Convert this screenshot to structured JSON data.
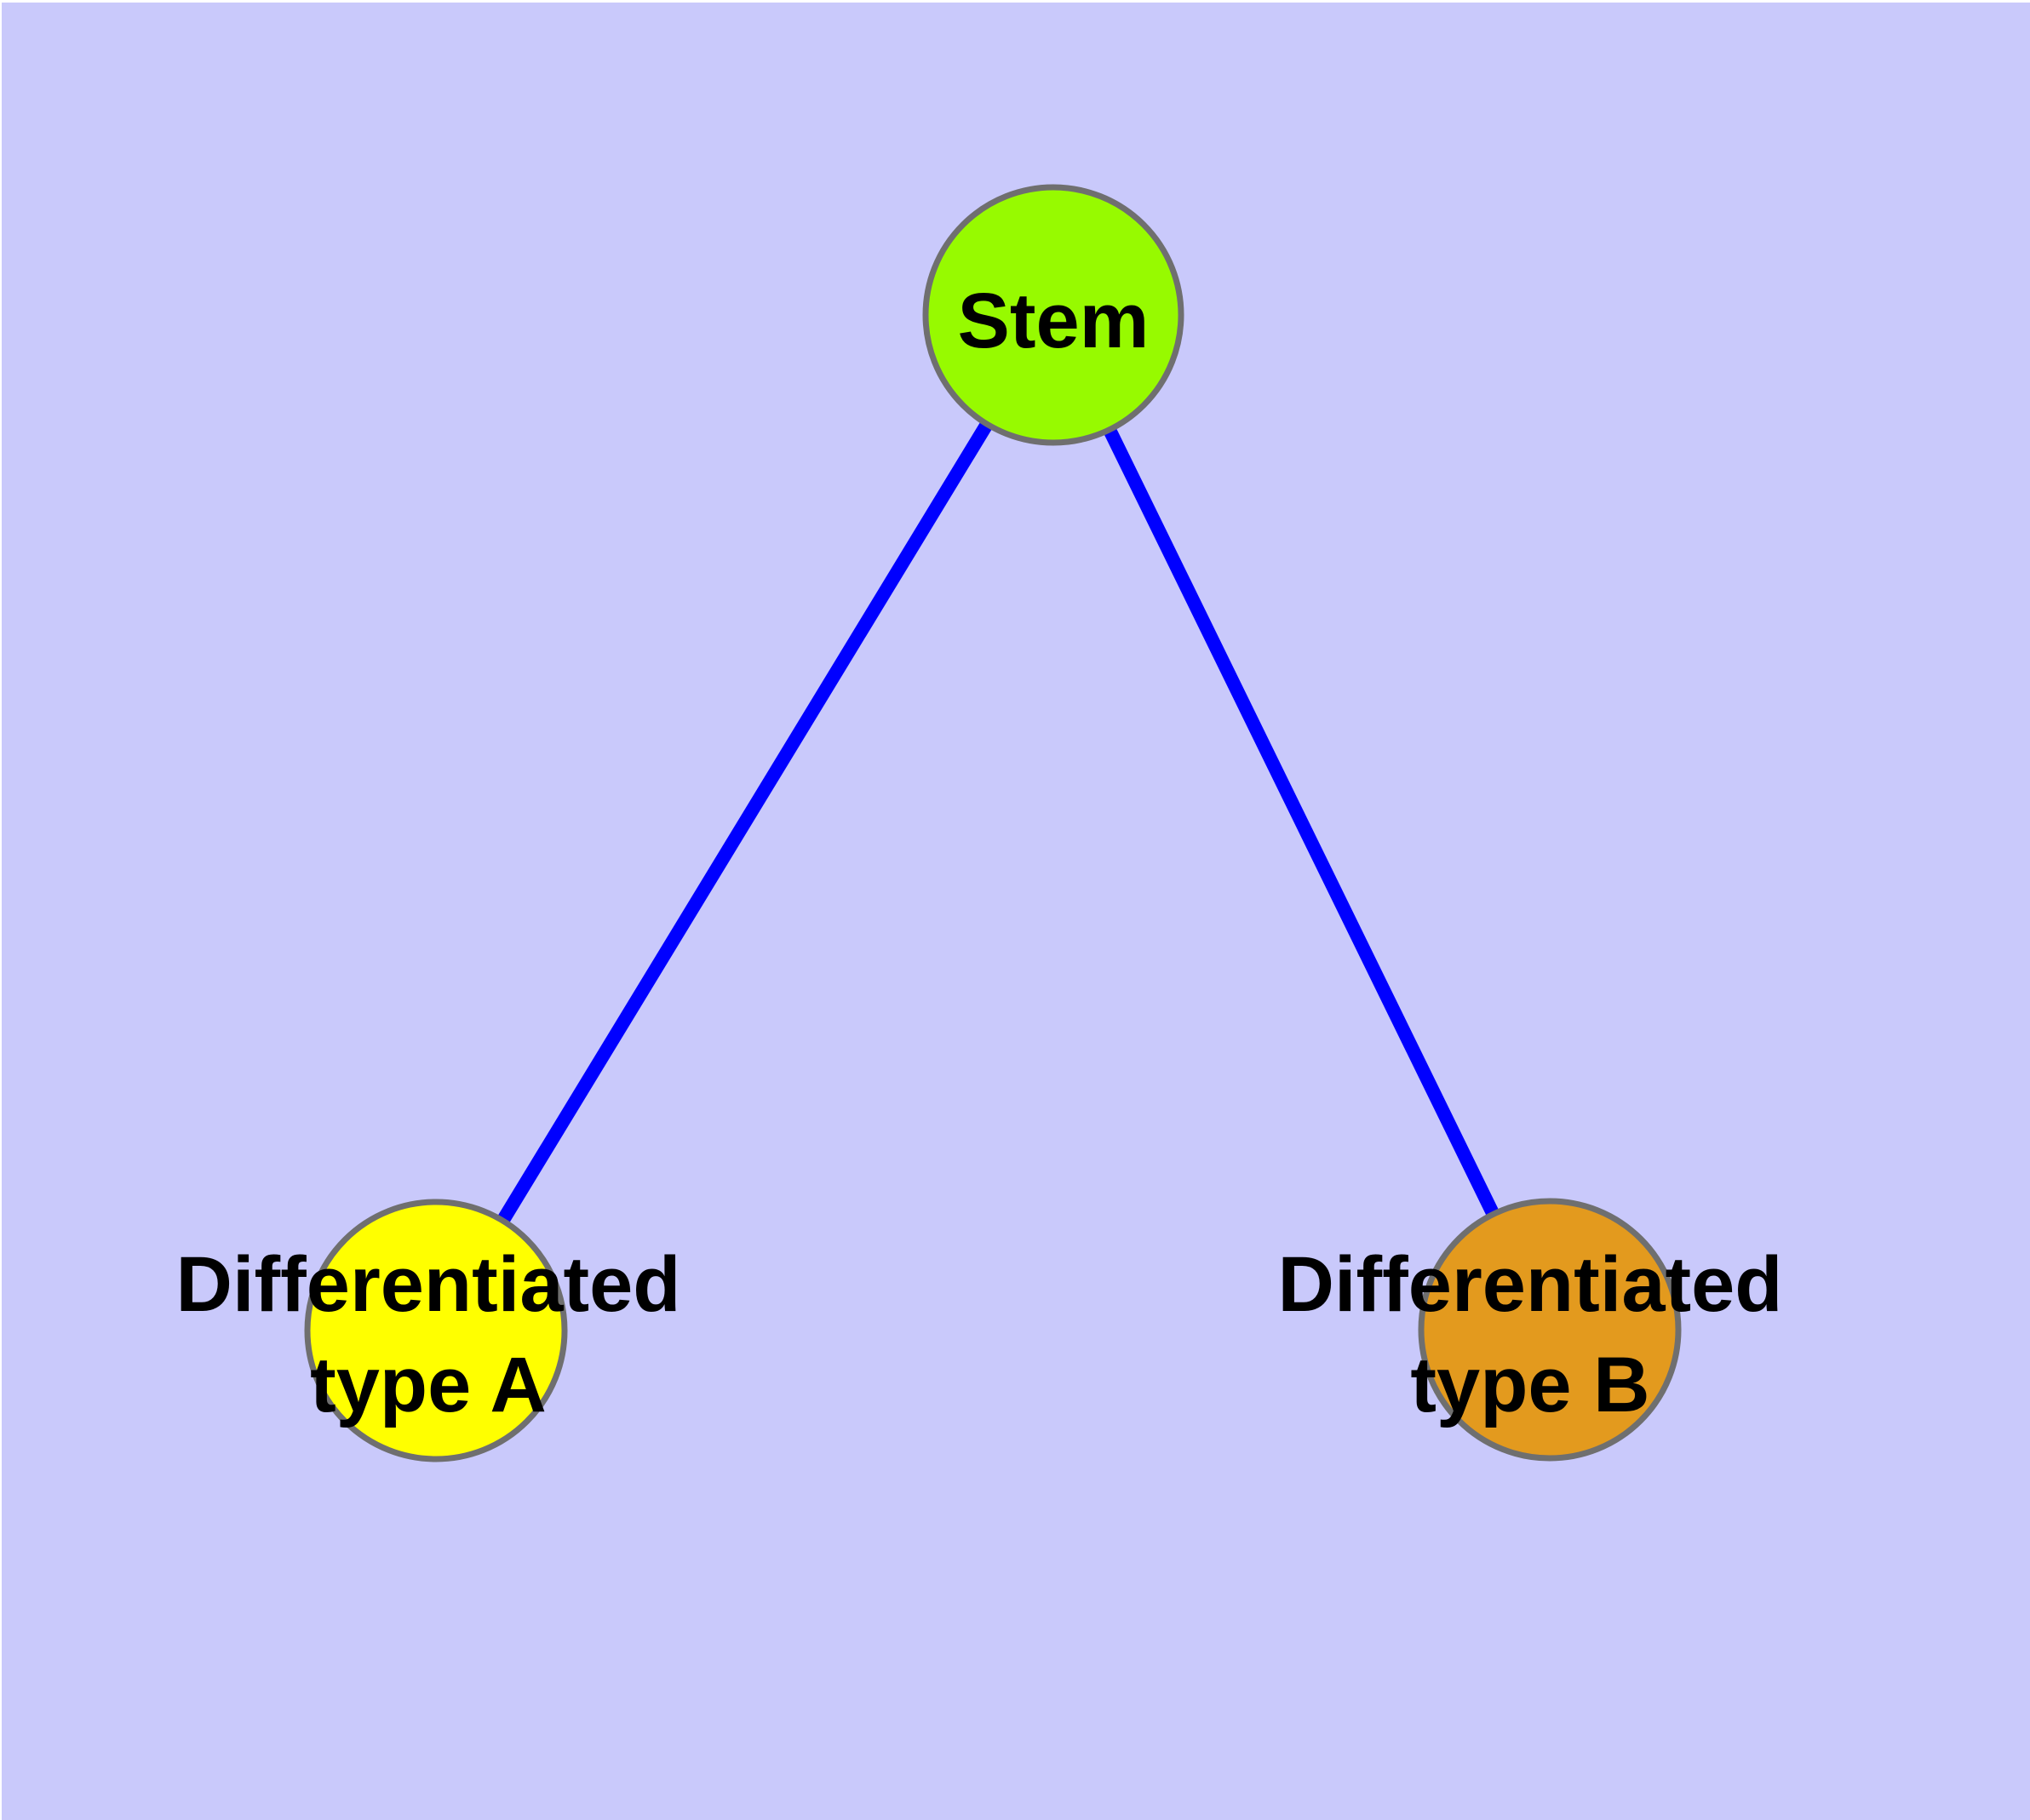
{
  "diagram": {
    "type": "node-link-graph",
    "background_color": "#C9C9FB",
    "page_margin_color": "#FFFFFF",
    "edge_color": "#0000FF",
    "node_border_color": "#6F6F6F",
    "label_color": "#000000",
    "nodes": [
      {
        "id": "stem",
        "label": "Stem",
        "color": "#97FA00",
        "shape": "circle"
      },
      {
        "id": "type-a",
        "label": "Differentiated\ntype A",
        "color": "#FFFF00",
        "shape": "circle"
      },
      {
        "id": "type-b",
        "label": "Differentiated\ntype B",
        "color": "#E39A1E",
        "shape": "circle"
      }
    ],
    "edges": [
      {
        "from": "Stem",
        "to": "Differentiated type A"
      },
      {
        "from": "Stem",
        "to": "Differentiated type B"
      }
    ]
  }
}
